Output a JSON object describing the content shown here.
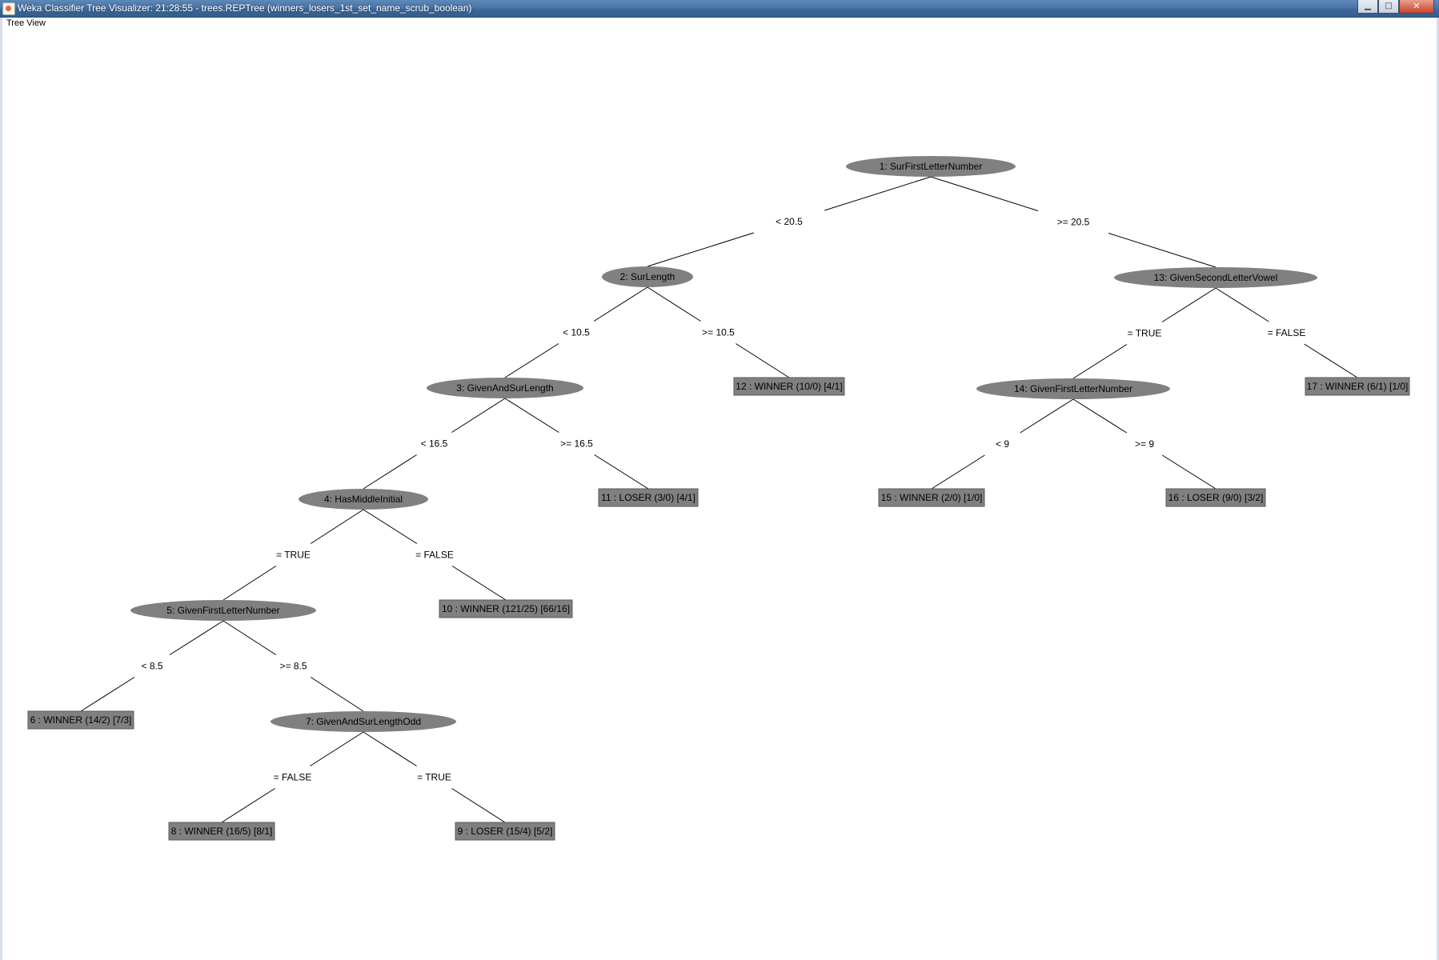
{
  "window": {
    "title": "Weka Classifier Tree Visualizer: 21:28:55 - trees.REPTree (winners_losers_1st_set_name_scrub_boolean)",
    "minimize_glyph": "▁",
    "maximize_glyph": "□",
    "close_glyph": "✕"
  },
  "panel": {
    "label": "Tree View"
  },
  "colors": {
    "node_fill": "#808080",
    "leaf_fill": "#808080",
    "edge": "#000000",
    "text": "#000000"
  },
  "tree": {
    "nodes": [
      {
        "id": "n1",
        "type": "split",
        "label": "1: SurFirstLetterNumber"
      },
      {
        "id": "n2",
        "type": "split",
        "label": "2: SurLength"
      },
      {
        "id": "n3",
        "type": "split",
        "label": "3: GivenAndSurLength"
      },
      {
        "id": "n4",
        "type": "split",
        "label": "4: HasMiddleInitial"
      },
      {
        "id": "n5",
        "type": "split",
        "label": "5: GivenFirstLetterNumber"
      },
      {
        "id": "n6",
        "type": "leaf",
        "label": "6 : WINNER (14/2) [7/3]"
      },
      {
        "id": "n7",
        "type": "split",
        "label": "7: GivenAndSurLengthOdd"
      },
      {
        "id": "n8",
        "type": "leaf",
        "label": "8 : WINNER (16/5) [8/1]"
      },
      {
        "id": "n9",
        "type": "leaf",
        "label": "9 : LOSER (15/4) [5/2]"
      },
      {
        "id": "n10",
        "type": "leaf",
        "label": "10 : WINNER (121/25) [66/16]"
      },
      {
        "id": "n11",
        "type": "leaf",
        "label": "11 : LOSER (3/0) [4/1]"
      },
      {
        "id": "n12",
        "type": "leaf",
        "label": "12 : WINNER (10/0) [4/1]"
      },
      {
        "id": "n13",
        "type": "split",
        "label": "13: GivenSecondLetterVowel"
      },
      {
        "id": "n14",
        "type": "split",
        "label": "14: GivenFirstLetterNumber"
      },
      {
        "id": "n15",
        "type": "leaf",
        "label": "15 : WINNER (2/0) [1/0]"
      },
      {
        "id": "n16",
        "type": "leaf",
        "label": "16 : LOSER (9/0) [3/2]"
      },
      {
        "id": "n17",
        "type": "leaf",
        "label": "17 : WINNER (6/1) [1/0]"
      }
    ],
    "edges": [
      {
        "from": "n1",
        "to": "n2",
        "label": "< 20.5"
      },
      {
        "from": "n1",
        "to": "n13",
        "label": ">= 20.5"
      },
      {
        "from": "n2",
        "to": "n3",
        "label": "< 10.5"
      },
      {
        "from": "n2",
        "to": "n12",
        "label": ">= 10.5"
      },
      {
        "from": "n3",
        "to": "n4",
        "label": "< 16.5"
      },
      {
        "from": "n3",
        "to": "n11",
        "label": ">= 16.5"
      },
      {
        "from": "n4",
        "to": "n5",
        "label": "= TRUE"
      },
      {
        "from": "n4",
        "to": "n10",
        "label": "= FALSE"
      },
      {
        "from": "n5",
        "to": "n6",
        "label": "< 8.5"
      },
      {
        "from": "n5",
        "to": "n7",
        "label": ">= 8.5"
      },
      {
        "from": "n7",
        "to": "n8",
        "label": "= FALSE"
      },
      {
        "from": "n7",
        "to": "n9",
        "label": "= TRUE"
      },
      {
        "from": "n13",
        "to": "n14",
        "label": "= TRUE"
      },
      {
        "from": "n13",
        "to": "n17",
        "label": "= FALSE"
      },
      {
        "from": "n14",
        "to": "n15",
        "label": "< 9"
      },
      {
        "from": "n14",
        "to": "n16",
        "label": ">= 9"
      }
    ]
  }
}
